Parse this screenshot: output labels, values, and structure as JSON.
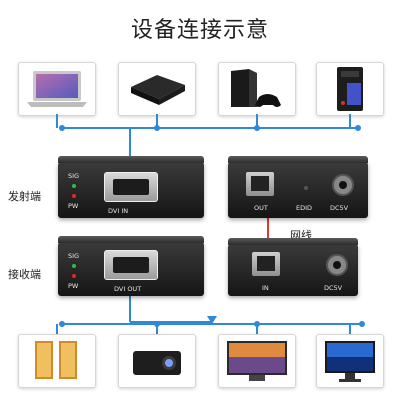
{
  "title": "设备连接示意",
  "labels": {
    "transmitter": "发射端",
    "receiver": "接收端",
    "network_cable": "网线"
  },
  "transmitter": {
    "sig": "SIG",
    "pw": "PW",
    "port": "DVI   IN",
    "back_out": "OUT",
    "back_edid": "EDID",
    "back_dc": "DC5V"
  },
  "receiver": {
    "sig": "SIG",
    "pw": "PW",
    "port": "DVI   OUT",
    "back_in": "IN",
    "back_dc": "DC5V"
  },
  "sources": [
    "laptop-icon",
    "media-box-icon",
    "game-console-icon",
    "desktop-pc-icon"
  ],
  "displays": [
    "advertising-display-icon",
    "projector-icon",
    "tv-icon",
    "monitor-icon"
  ],
  "colors": {
    "line": "#2f88d8",
    "dot": "#2f88d8",
    "cable": "#e03a2f",
    "device": "#1c1c1c"
  }
}
